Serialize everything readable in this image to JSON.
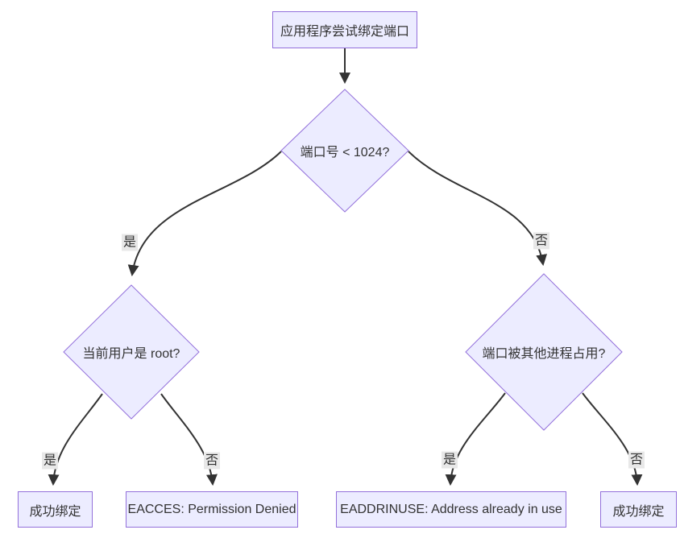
{
  "diagram": {
    "type": "flowchart",
    "nodes": {
      "start": "应用程序尝试绑定端口",
      "port_check": "端口号 < 1024?",
      "root_check": "当前用户是 root?",
      "occupied_check": "端口被其他进程占用?",
      "bind_success_left": "成功绑定",
      "eacces": "EACCES: Permission Denied",
      "eaddrinuse": "EADDRINUSE: Address already in use",
      "bind_success_right": "成功绑定"
    },
    "edge_labels": {
      "port_yes": "是",
      "port_no": "否",
      "root_yes": "是",
      "root_no": "否",
      "occupied_yes": "是",
      "occupied_no": "否"
    },
    "edges": [
      {
        "from": "start",
        "to": "port_check",
        "label": ""
      },
      {
        "from": "port_check",
        "to": "root_check",
        "label": "是"
      },
      {
        "from": "port_check",
        "to": "occupied_check",
        "label": "否"
      },
      {
        "from": "root_check",
        "to": "bind_success_left",
        "label": "是"
      },
      {
        "from": "root_check",
        "to": "eacces",
        "label": "否"
      },
      {
        "from": "occupied_check",
        "to": "eaddrinuse",
        "label": "是"
      },
      {
        "from": "occupied_check",
        "to": "bind_success_right",
        "label": "否"
      }
    ],
    "colors": {
      "node_fill": "#ECECFF",
      "node_border": "#9370DB",
      "edge_stroke": "#333333",
      "edge_label_bg": "#e8e8e8",
      "text_color": "#333333",
      "background": "#ffffff"
    }
  }
}
